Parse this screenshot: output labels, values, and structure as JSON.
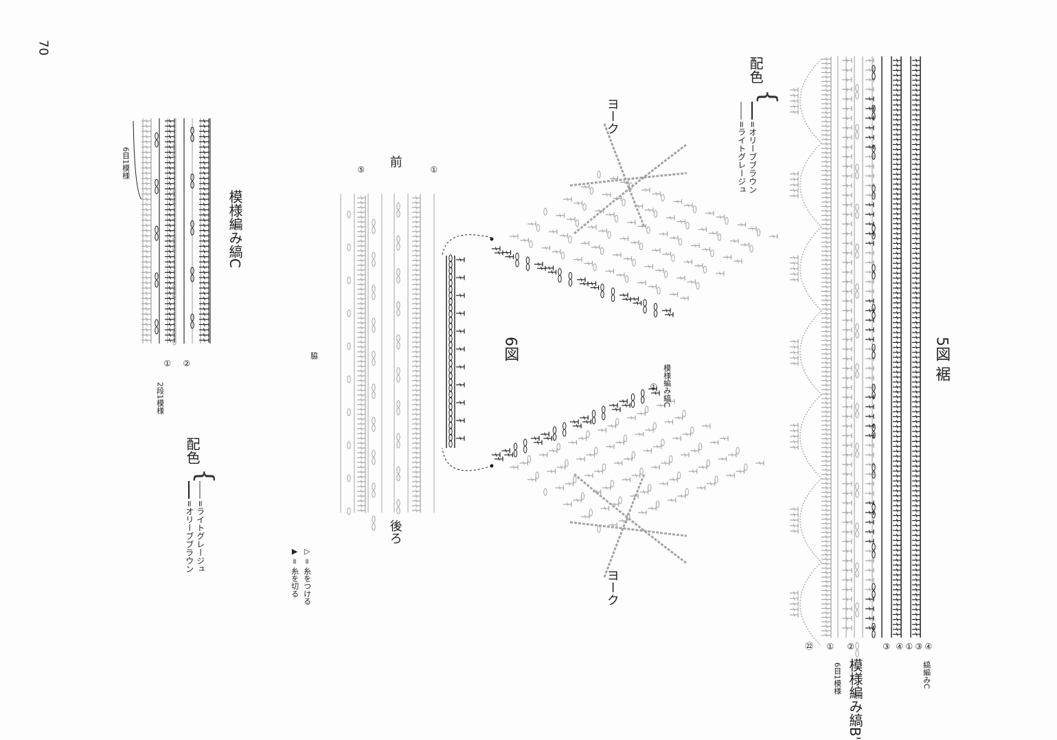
{
  "page_number": "70",
  "fig5": {
    "title": "5図 裾",
    "pattern_label": "模様編み縞B'",
    "repeat_note": "6目1模様",
    "stripe_label": "縞編みC",
    "row_labels": [
      "④",
      "③",
      "①",
      "④",
      "③",
      "②",
      "①",
      "㉒"
    ],
    "color_heading": "配色",
    "colors": [
      {
        "name": "=ライトグレージュ",
        "hex": "#9a9a9a"
      },
      {
        "name": "=オリーブブラウン",
        "hex": "#222222"
      }
    ]
  },
  "fig6": {
    "title": "6図",
    "front_label": "前",
    "back_label": "後ろ",
    "yoke_label_top": "ヨーク",
    "yoke_label_bottom": "ヨーク",
    "side_label": "脇",
    "row_mark_1": "①",
    "row_mark_5": "⑤",
    "pattern_label": "模様編み縞C",
    "pattern_row_mark": "①"
  },
  "legend_symbols": {
    "attach": "▷ = 糸をつける",
    "cut": "▶ = 糸を切る"
  },
  "pattern_c": {
    "title": "模様編み縞C",
    "repeat_note": "6目1模様",
    "row_marks": [
      "②",
      "①"
    ],
    "rows_note": "2段1模様",
    "color_heading": "配色",
    "colors": [
      {
        "name": "=ライトグレージュ",
        "hex": "#9a9a9a"
      },
      {
        "name": "=オリーブブラウン",
        "hex": "#222222"
      }
    ]
  }
}
